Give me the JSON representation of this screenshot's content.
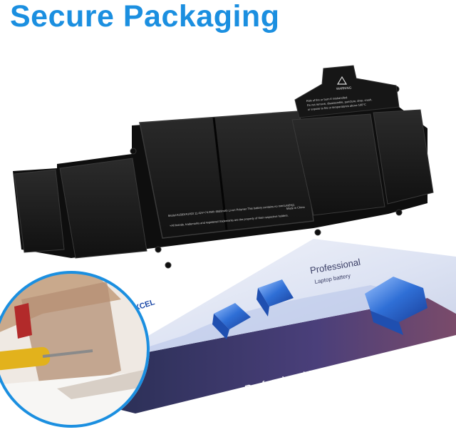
{
  "headline": "Secure Packaging",
  "battery": {
    "label_line1": "Model:A1582/A1493 11.42V=74.9Wh 6559mAh Li-ion Polymer This battery contains no mercury(Hg).",
    "label_line2": "+All brands, trademarks and registered trademarks are the property of their respective holders.",
    "made_in": "Made in China",
    "warning_title": "WARNING",
    "warning_line1": "Risk of fire or burn if mishandled.",
    "warning_line2": "Do not remove, disassemble, puncture, drop, crush,",
    "warning_line3": "or expose to fire or temperatures above 100°C"
  },
  "box": {
    "brand": "EXCEL",
    "title_line1": "Professional",
    "title_line2": "Laptop battery",
    "side_text": "Professional Laptop Battery"
  },
  "colors": {
    "headline": "#1b8fe0",
    "battery_body": "#1a1a1a",
    "box_blue": "#2f6fd6"
  }
}
